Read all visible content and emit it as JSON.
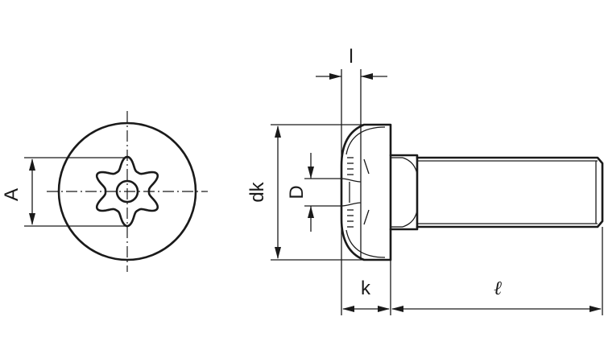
{
  "dimensions": {
    "A": "A",
    "dk": "dk",
    "D": "D",
    "l_small": "l",
    "k": "k",
    "l_length": "ℓ"
  },
  "views": {
    "end_view": "end-view",
    "side_view": "side-view"
  }
}
